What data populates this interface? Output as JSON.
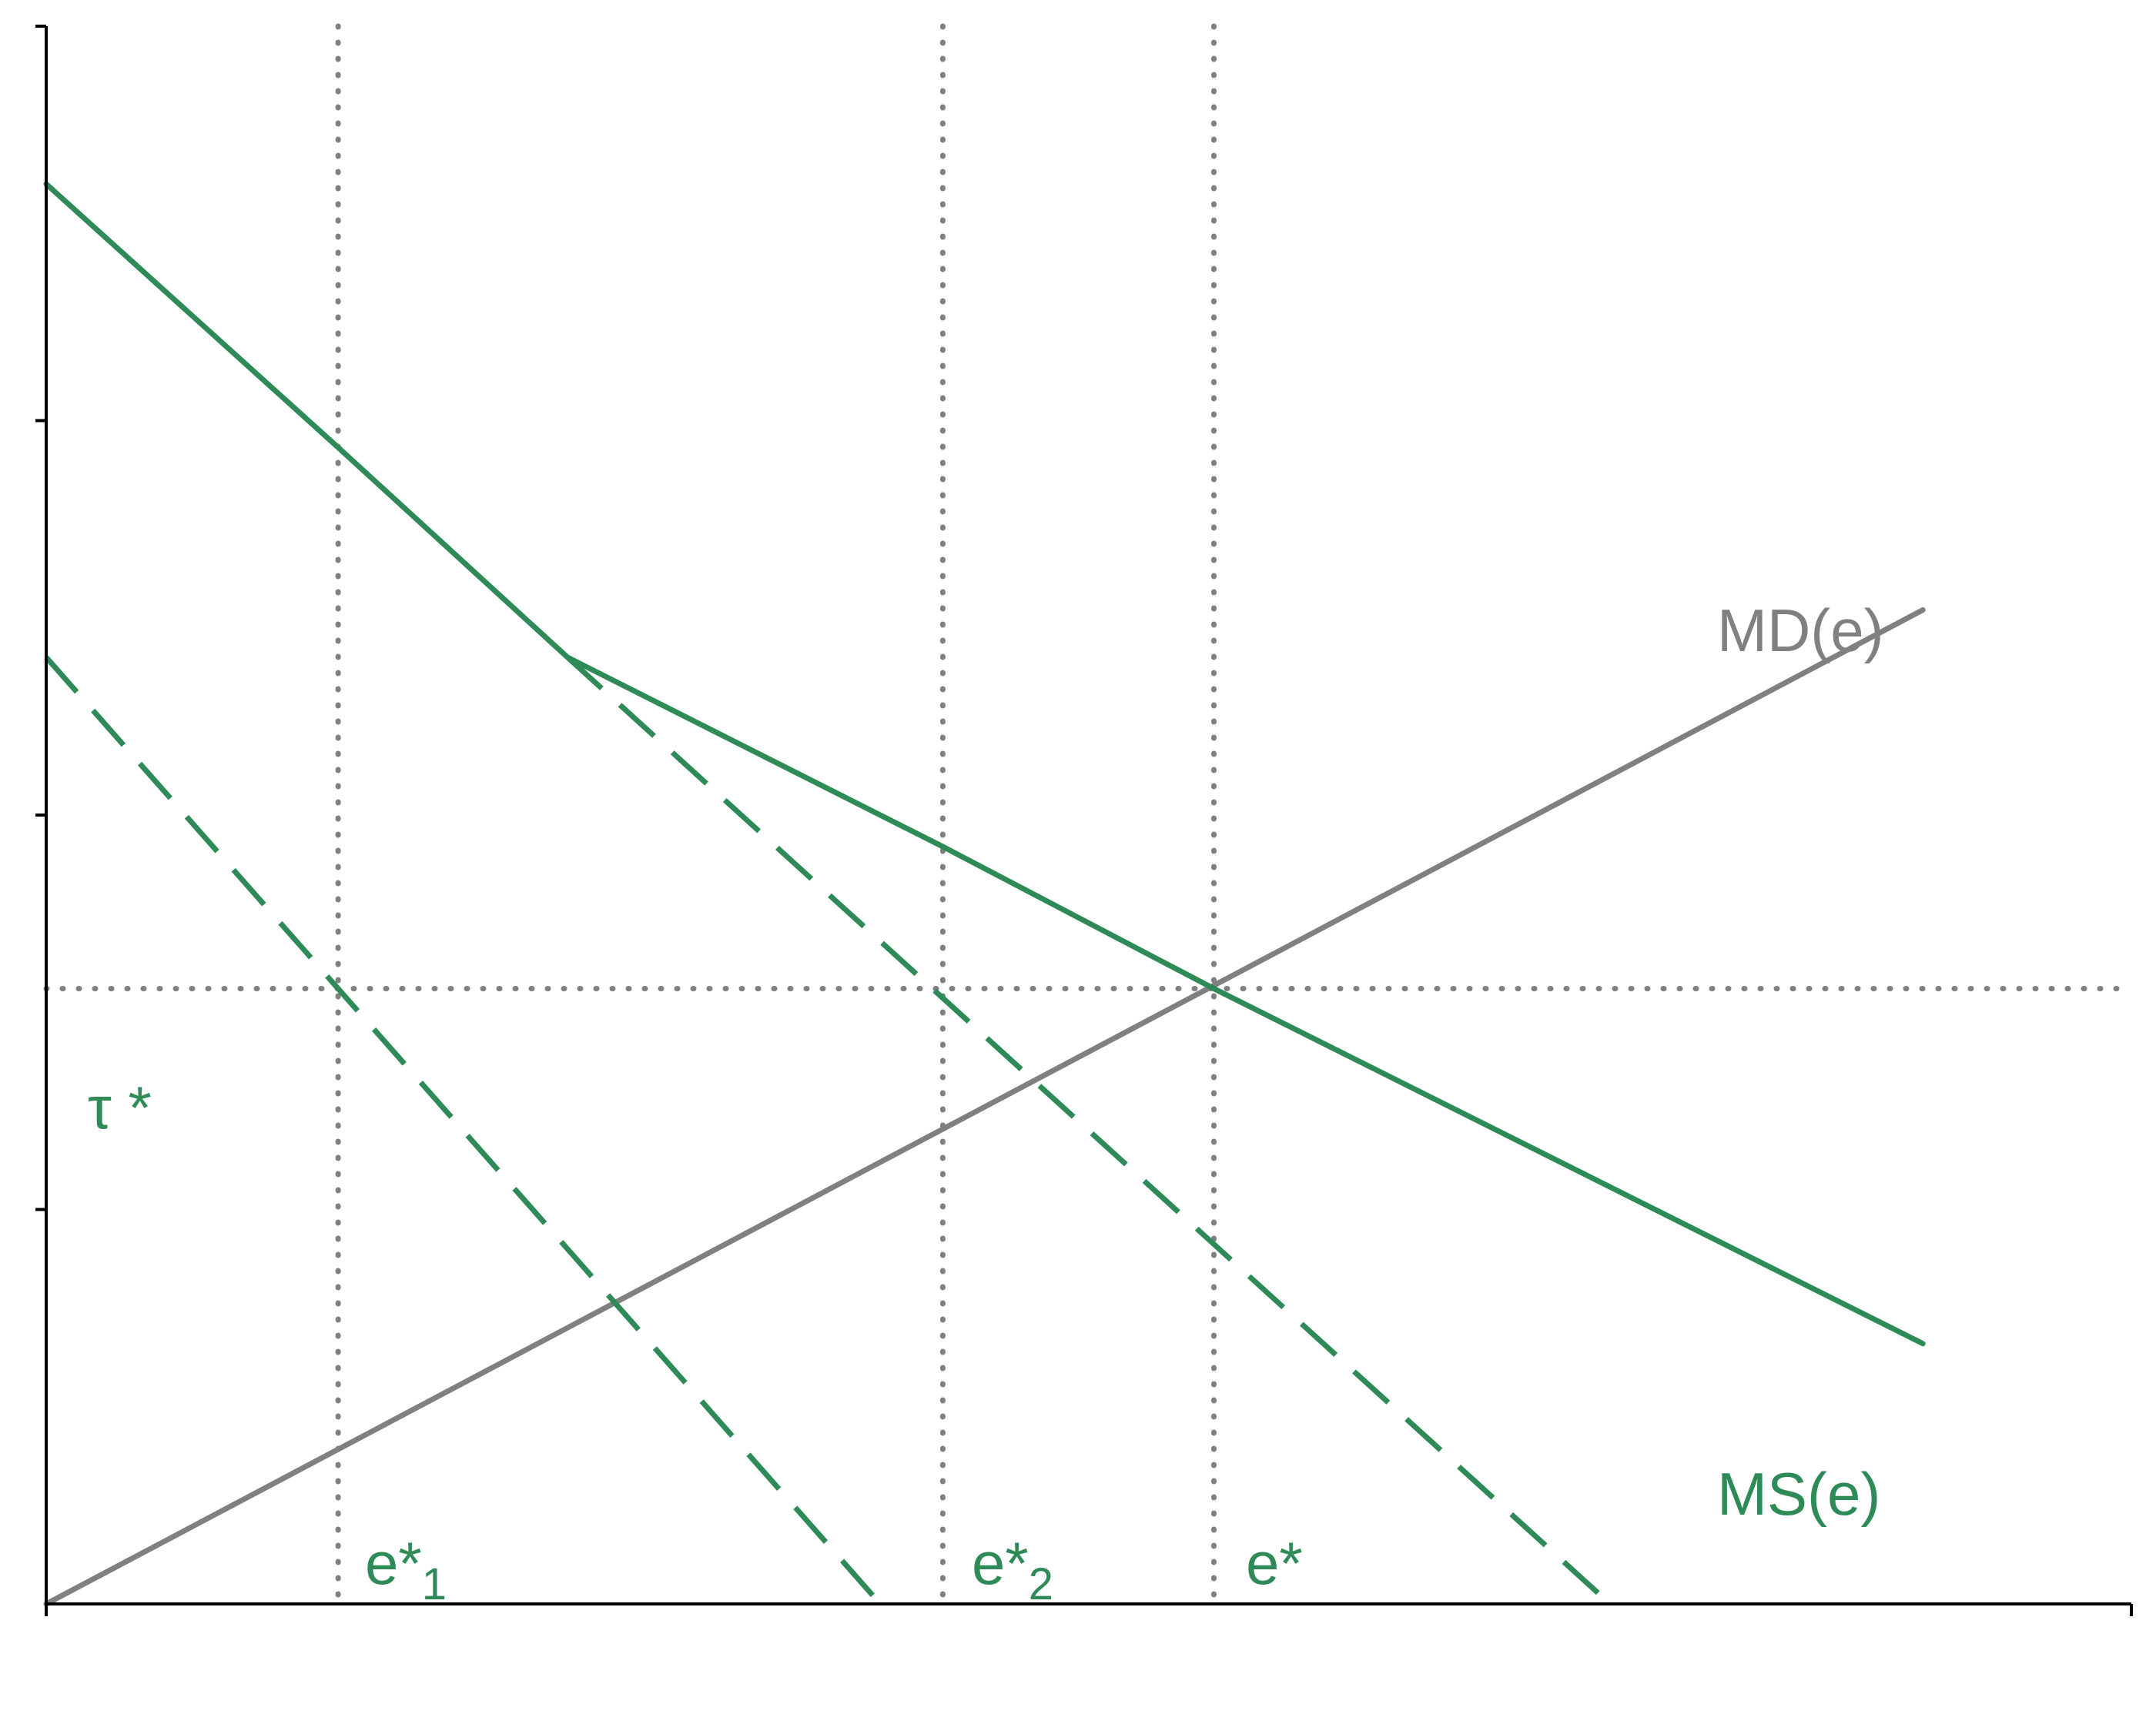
{
  "chart_data": {
    "type": "line",
    "title": "",
    "xlabel": "",
    "ylabel": "",
    "xlim": [
      0,
      1.0
    ],
    "ylim": [
      0,
      1.0
    ],
    "grid": false,
    "colors": {
      "ms": "#2e8b57",
      "md": "#808080",
      "guides": "#808080"
    },
    "series": [
      {
        "name": "MD(e)",
        "style": "solid",
        "color": "#808080",
        "x": [
          0.0,
          0.9
        ],
        "y": [
          0.0,
          0.63
        ]
      },
      {
        "name": "MS(e)",
        "style": "solid",
        "color": "#2e8b57",
        "x": [
          0.0,
          0.14,
          0.25,
          0.43,
          0.56,
          0.9
        ],
        "y": [
          0.9,
          0.733,
          0.6,
          0.48,
          0.39,
          0.165
        ]
      },
      {
        "name": "",
        "style": "dashed",
        "color": "#2e8b57",
        "x": [
          0.0,
          0.4
        ],
        "y": [
          0.6,
          0.0
        ]
      },
      {
        "name": "",
        "style": "dashed",
        "color": "#2e8b57",
        "x": [
          0.25,
          0.75
        ],
        "y": [
          0.6,
          0.0
        ]
      }
    ],
    "reference_lines": {
      "vertical": [
        {
          "x": 0.14,
          "label": "e*",
          "subscript": "1"
        },
        {
          "x": 0.43,
          "label": "e*",
          "subscript": "2"
        },
        {
          "x": 0.56,
          "label": "e*",
          "subscript": ""
        }
      ],
      "horizontal": [
        {
          "y": 0.39,
          "label": "τ *"
        }
      ]
    },
    "y_ticks": [
      0.25,
      0.5,
      0.75,
      1.0
    ],
    "series_labels": [
      {
        "text": "MD(e)",
        "series": "MD(e)"
      },
      {
        "text": "MS(e)",
        "series": "MS(e)"
      }
    ]
  }
}
